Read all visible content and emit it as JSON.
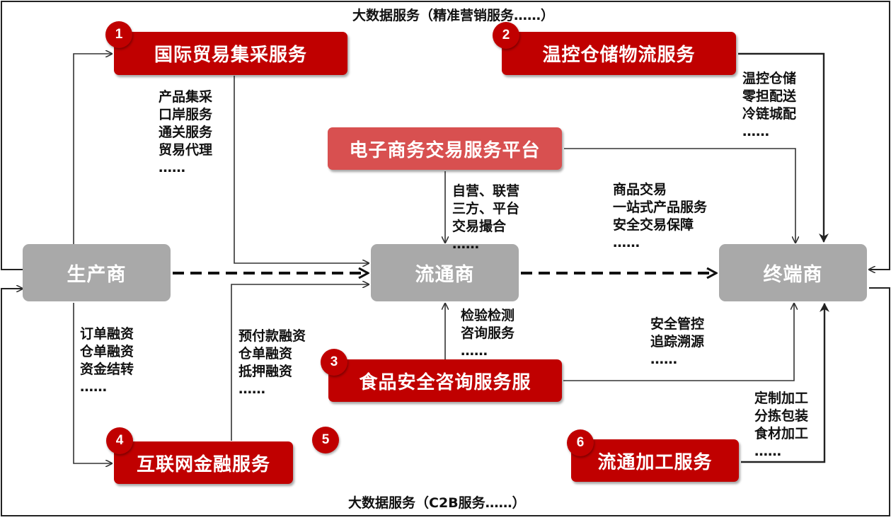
{
  "top_caption": "大数据服务（精准营销服务……）",
  "bottom_caption": "大数据服务（C2B服务……）",
  "nodes": {
    "producer": "生产商",
    "distributor": "流通商",
    "terminal": "终端商"
  },
  "services": {
    "s1": {
      "num": "1",
      "label": "国际贸易集采服务"
    },
    "s2": {
      "num": "2",
      "label": "温控仓储物流服务"
    },
    "ecommerce": {
      "label": "电子商务交易服务平台"
    },
    "s3": {
      "num": "3",
      "label": "食品安全咨询服务服"
    },
    "s4": {
      "num": "4",
      "label": "互联网金融服务"
    },
    "s5": {
      "num": "5"
    },
    "s6": {
      "num": "6",
      "label": "流通加工服务"
    }
  },
  "notes": {
    "trade": [
      "产品集采",
      "口岸服务",
      "通关服务",
      "贸易代理",
      "……"
    ],
    "logistics": [
      "温控仓储",
      "零担配送",
      "冷链城配",
      "……"
    ],
    "ecom_center": [
      "自营、联营",
      "三方、平台",
      "交易撮合",
      "……"
    ],
    "ecom_right": [
      "商品交易",
      "一站式产品服务",
      "安全交易保障",
      "……"
    ],
    "finance_left": [
      "订单融资",
      "仓单融资",
      "资金结转",
      "……"
    ],
    "finance_mid": [
      "预付款融资",
      "仓单融资",
      "抵押融资",
      "……"
    ],
    "inspection": [
      "检验检测",
      "咨询服务",
      "……"
    ],
    "safety": [
      "安全管控",
      "追踪溯源",
      "……"
    ],
    "processing": [
      "定制加工",
      "分拣包装",
      "食材加工",
      "……"
    ]
  },
  "colors": {
    "service_red": "#c00000",
    "platform_red": "#d85050",
    "node_gray": "#a9a9a9",
    "line": "#333333"
  }
}
